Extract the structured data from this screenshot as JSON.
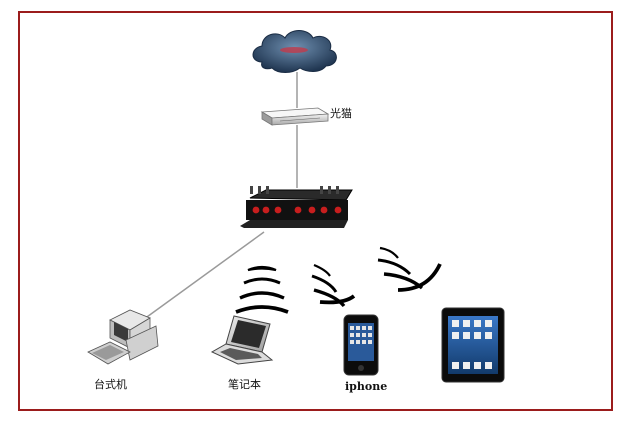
{
  "labels": {
    "modem": "光猫",
    "desktop": "台式机",
    "laptop": "笔记本",
    "iphone": "iphone"
  },
  "colors": {
    "frame": "#9b1c1c",
    "cloud": "#2f4f6f",
    "router_body": "#111111",
    "router_ports": "#c81e1e",
    "terminal_block": "#2e9e4a",
    "wire": "#9a9a9a",
    "wifi_waves": "#000000"
  },
  "icons": {
    "internet": "cloud-icon",
    "modem": "optical-modem-icon",
    "router": "industrial-router-icon",
    "desktop": "desktop-computer-icon",
    "laptop": "laptop-icon",
    "iphone": "iphone-icon",
    "ipad": "ipad-icon"
  }
}
